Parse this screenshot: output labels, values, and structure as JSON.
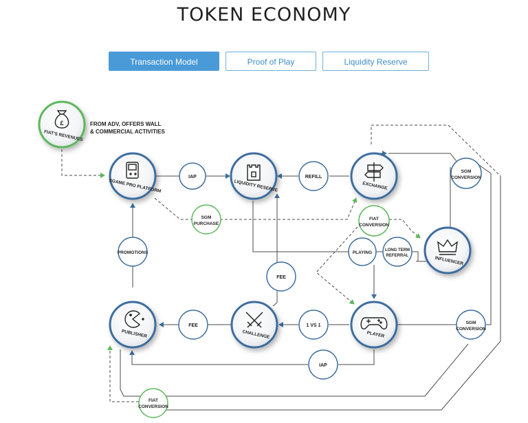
{
  "page": {
    "title": "TOKEN ECONOMY"
  },
  "tabs": [
    {
      "label": "Transaction Model",
      "active": true
    },
    {
      "label": "Proof of Play",
      "active": false
    },
    {
      "label": "Liquidity Reserve",
      "active": false
    }
  ],
  "colors": {
    "blue_ring": "#3d6d9e",
    "green_ring": "#5cb85c",
    "accent": "#4a9ad8",
    "line": "#555555"
  },
  "diagram": {
    "note": [
      "FROM ADV, OFFERS WALL",
      "& COMMERCIAL ACTIVITIES"
    ],
    "nodes": {
      "fiat_revenues": {
        "label": "FIAT'S REVENUES",
        "icon": "money-bag-icon"
      },
      "sgame_pro": {
        "label": "SGAME PRO PLATFORM",
        "icon": "handheld-console-icon"
      },
      "liquidity_reserve": {
        "label": "LIQUIDITY RESERVE",
        "icon": "castle-tower-icon"
      },
      "exchange": {
        "label": "EXCHANGE",
        "icon": "signpost-icon"
      },
      "influencer": {
        "label": "INFLUENCER",
        "icon": "crown-icon"
      },
      "publisher": {
        "label": "PUBLISHER",
        "icon": "pacman-icon"
      },
      "challenge": {
        "label": "CHALLENGE",
        "icon": "crossed-swords-icon"
      },
      "player": {
        "label": "PLAYER",
        "icon": "gamepad-icon"
      }
    },
    "labels": {
      "iap_top": "IAP",
      "refill": "REFILL",
      "sgm_conversion_top": [
        "SGM",
        "CONVERSION"
      ],
      "sgm_purchase": [
        "SGM",
        "PURCHASE"
      ],
      "fiat_conversion_mid": [
        "FIAT",
        "CONVERSION"
      ],
      "promotions": "PROMOTIONS",
      "playing": "PLAYING",
      "long_term_referral": [
        "LONG TERM",
        "REFERRAL"
      ],
      "fee_mid": "FEE",
      "fee_bottom": "FEE",
      "one_vs_one": "1 VS 1",
      "sgm_conversion_bottom": [
        "SGM",
        "CONVERSION"
      ],
      "iap_bottom": "IAP",
      "fiat_conversion_bottom": [
        "FIAT",
        "CONVERSION"
      ]
    }
  }
}
